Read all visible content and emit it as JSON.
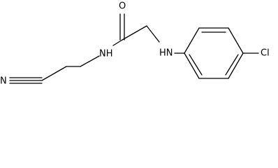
{
  "molecule": {
    "atoms": {
      "nitrile_n": "N",
      "amide_o": "O",
      "amide_nh": "NH",
      "amine_nh": "HN",
      "chlorine": "Cl"
    }
  }
}
